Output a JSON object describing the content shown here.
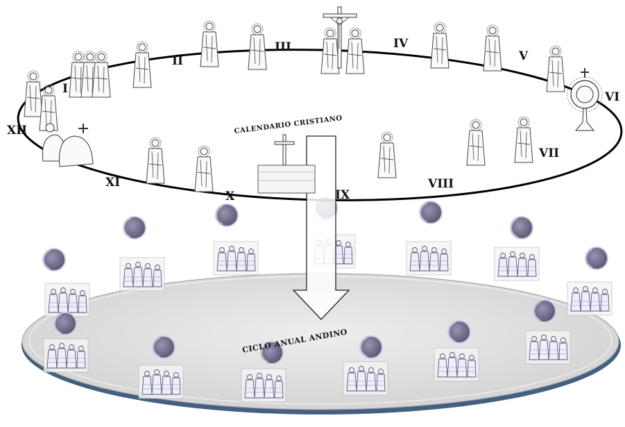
{
  "christian_calendar": {
    "title": "CALENDARIO CRISTIANO",
    "months": [
      "I",
      "II",
      "III",
      "IV",
      "V",
      "VI",
      "VII",
      "VIII",
      "IX",
      "X",
      "XI",
      "XII"
    ]
  },
  "andean_cycle": {
    "title": "CICLO ANUAL ANDINO"
  },
  "colors": {
    "ring_stroke": "#000000",
    "disc_fill": "#e2e2e2",
    "disc_rim": "#2f4f73",
    "moon_fill": "#7b7592",
    "arrow_fill": "#ffffff"
  },
  "icons": {
    "saint_figures": "saint-figure-icon",
    "crucifix": "crucifix-icon",
    "monstrance": "monstrance-icon",
    "bread_rolls": "bread-icon",
    "moon": "moon-icon",
    "andean_scene": "andean-scene-icon"
  }
}
